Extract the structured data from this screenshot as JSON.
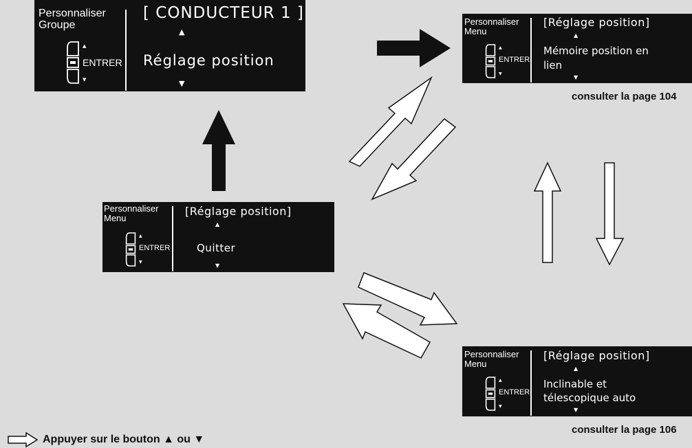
{
  "colors": {
    "background": "#dcdcdc",
    "panel": "#111111",
    "panel_text": "#ffffff",
    "arrow_fill": "#ffffff",
    "arrow_stroke": "#111111"
  },
  "icons": {
    "control": "up-down-enter-control-icon",
    "up": "up-triangle-icon",
    "down": "down-triangle-icon"
  },
  "screens": {
    "driver": {
      "left_label": "Personnaliser\nGroupe",
      "title": "[ CONDUCTEUR 1 ]",
      "item": "Réglage position",
      "enter": "ENTRER",
      "up": "▲",
      "down": "▼"
    },
    "memory": {
      "left_label": "Personnaliser\nMenu",
      "title": "[Réglage position]",
      "item_line1": "Mémoire position en",
      "item_line2": "lien",
      "enter": "ENTRER",
      "up": "▲",
      "down": "▼"
    },
    "quit": {
      "left_label": "Personnaliser\nMenu",
      "title": "[Réglage position]",
      "item": "Quitter",
      "enter": "ENTRER",
      "up": "▲",
      "down": "▼"
    },
    "tilt": {
      "left_label": "Personnaliser\nMenu",
      "title": "[Réglage position]",
      "item_line1": "Inclinable et",
      "item_line2": "télescopique auto",
      "enter": "ENTRER",
      "up": "▲",
      "down": "▼"
    }
  },
  "refs": {
    "memory": "consulter la page 104",
    "tilt": "consulter la page 106"
  },
  "legend": {
    "text": "Appuyer sur le bouton ▲ ou ▼"
  }
}
